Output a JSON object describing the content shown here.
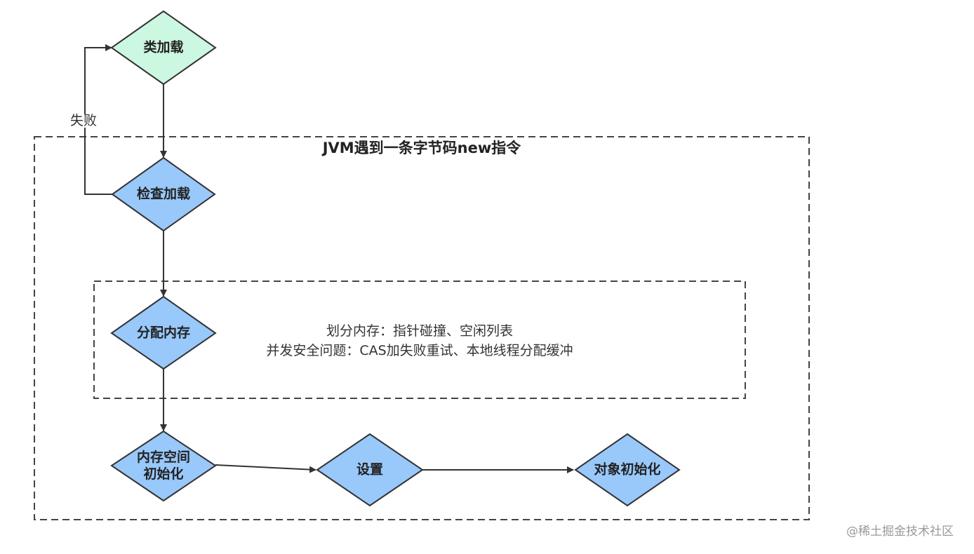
{
  "colors": {
    "start_fill": "#ccf7e0",
    "node_fill": "#99c8fb",
    "stroke": "#333333",
    "frame": "#444444"
  },
  "frames": {
    "outer_title": "JVM遇到一条字节码new指令"
  },
  "nodes": {
    "class_load": "类加载",
    "check_load": "检查加载",
    "alloc_memory": "分配内存",
    "mem_init_line1": "内存空间",
    "mem_init_line2": "初始化",
    "setup": "设置",
    "obj_init": "对象初始化"
  },
  "edges": {
    "fail_label": "失败"
  },
  "note": {
    "line1": "划分内存：指针碰撞、空闲列表",
    "line2": "并发安全问题：CAS加失败重试、本地线程分配缓冲"
  },
  "watermark": "@稀土掘金技术社区"
}
